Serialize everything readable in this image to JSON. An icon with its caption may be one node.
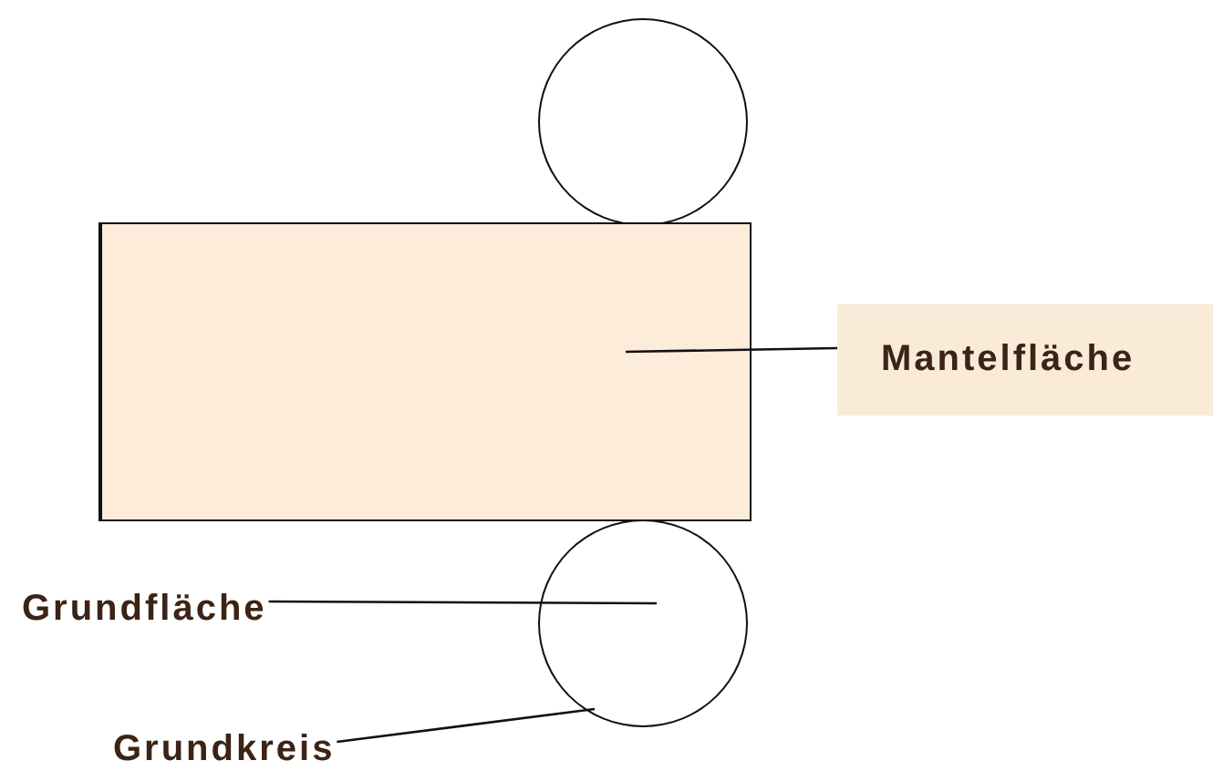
{
  "diagram": {
    "nodes": [
      {
        "text": [],
        "shape": "circle"
      },
      {
        "text": [],
        "shape": "box"
      },
      {
        "text": [
          "Mantelfläche"
        ]
      },
      {
        "text": [],
        "shape": "circle"
      },
      {
        "text": [
          "Grundfläche"
        ]
      },
      {
        "text": [
          "Grundkreis"
        ]
      }
    ],
    "edges": [
      {
        "from": 2,
        "to": 1,
        "arrow": "none"
      },
      {
        "from": 4,
        "to": 3,
        "arrow": "none"
      },
      {
        "from": 5,
        "to": 3,
        "arrow": "none"
      }
    ]
  }
}
